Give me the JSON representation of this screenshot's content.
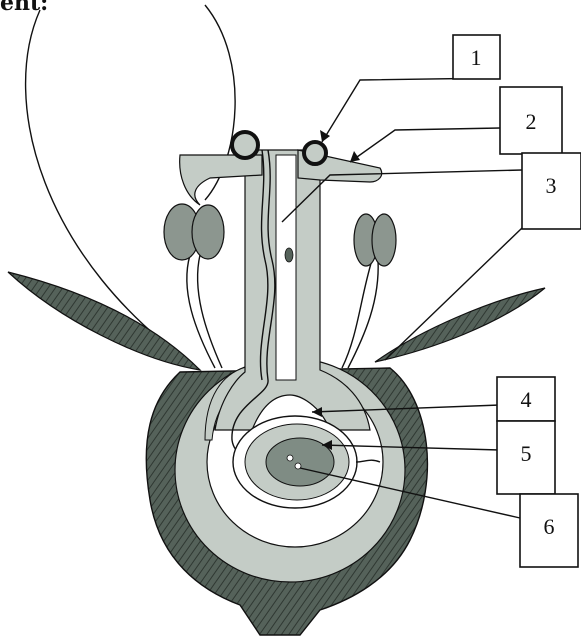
{
  "heading_fragment": "ent:",
  "labels": [
    {
      "number": "1"
    },
    {
      "number": "2"
    },
    {
      "number": "3"
    },
    {
      "number": "4"
    },
    {
      "number": "5"
    },
    {
      "number": "6"
    }
  ],
  "colors": {
    "ink": "#111111",
    "ovary_wall": "#5d6a60",
    "style_fill": "#c4ccc6",
    "ovule_fill": "#7f8c84",
    "sepal_fill": "#4f5c54",
    "anther_fill": "#8c968f"
  }
}
